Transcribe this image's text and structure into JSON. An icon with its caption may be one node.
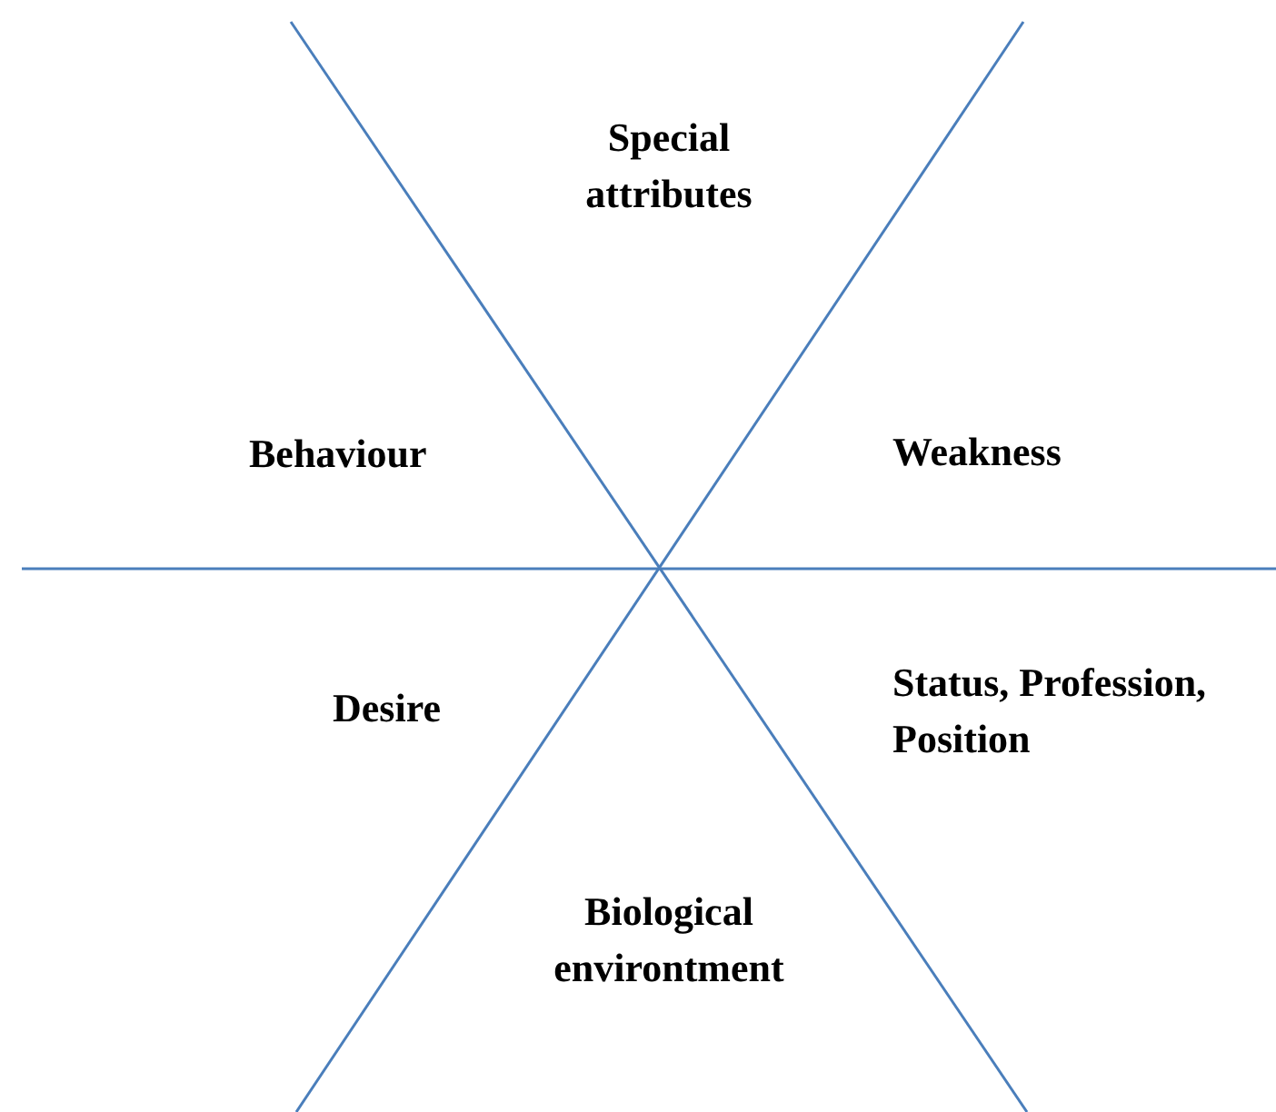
{
  "diagram": {
    "labels": [
      "Special attributes",
      "Behaviour",
      "Weakness",
      "Desire",
      "Status, Profession, Position",
      "Biological environtment"
    ]
  }
}
